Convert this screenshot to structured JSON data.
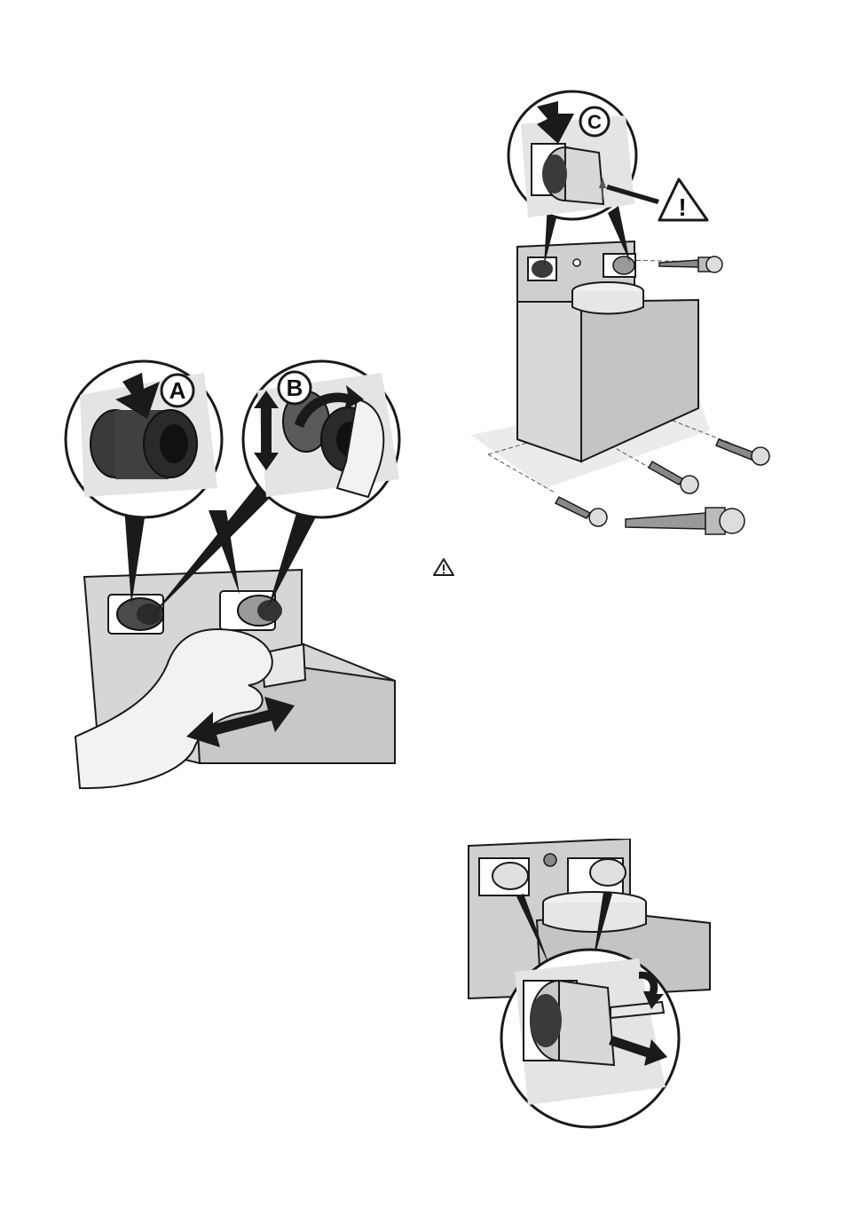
{
  "figures": {
    "fig_ab": {
      "callout_a": "A",
      "callout_b": "B"
    },
    "fig_c": {
      "callout_c": "C",
      "warning_mark": "!"
    },
    "fig_release": {}
  },
  "note": {
    "icon": "warning-triangle-icon",
    "text": ""
  },
  "colors": {
    "line": "#1a1a1a",
    "panel": "#d4d4d4",
    "body": "#c9c9c9",
    "dark": "#3a3a3a",
    "paper": "#ffffff"
  }
}
